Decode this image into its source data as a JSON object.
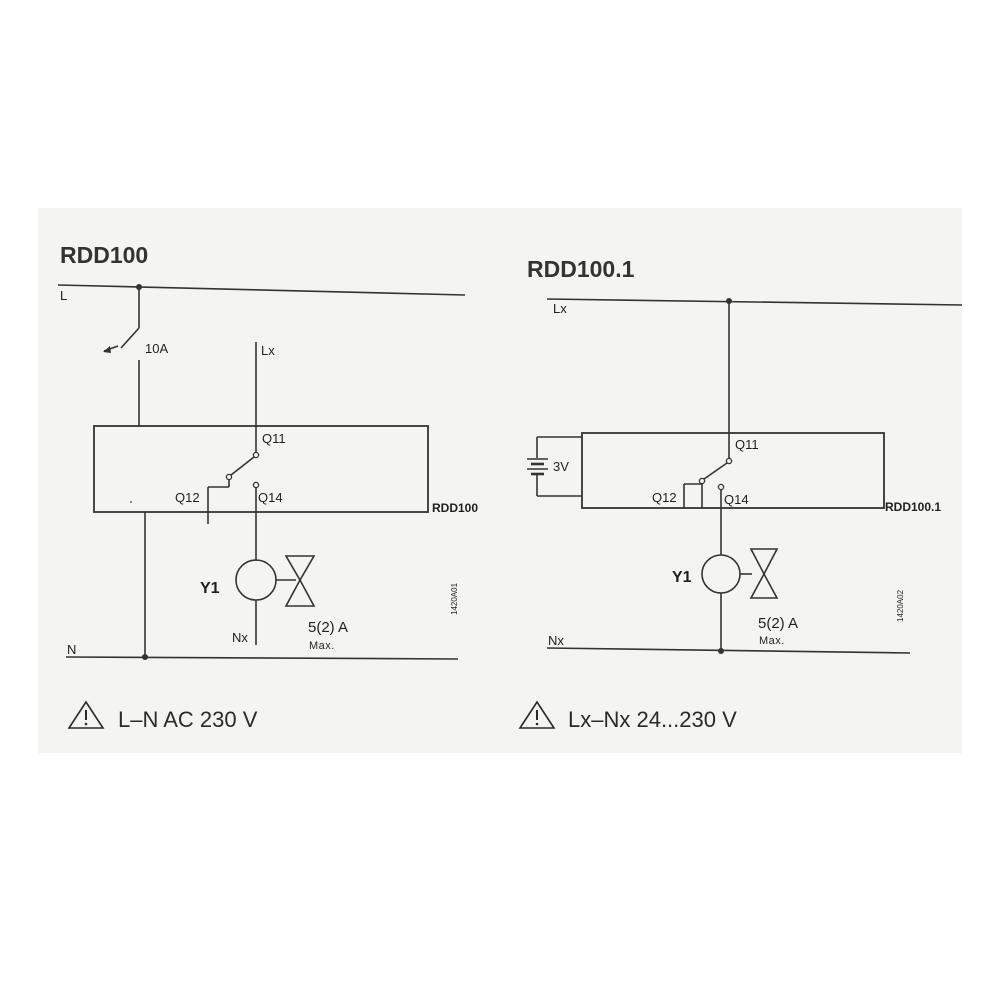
{
  "left": {
    "title": "RDD100",
    "rail_top": "L",
    "rail_bottom": "N",
    "fuse": "10A",
    "line_in": "Lx",
    "terminal_q11": "Q11",
    "terminal_q12": "Q12",
    "terminal_q14": "Q14",
    "box_label": "RDD100",
    "load": "Y1",
    "neutral_out": "Nx",
    "rating": "5(2) A",
    "rating_note": "Max.",
    "drawing_code": "1420A01",
    "warning": "L–N AC 230 V"
  },
  "right": {
    "title": "RDD100.1",
    "rail_top": "Lx",
    "rail_bottom": "Nx",
    "battery": "3V",
    "terminal_q11": "Q11",
    "terminal_q12": "Q12",
    "terminal_q14": "Q14",
    "box_label": "RDD100.1",
    "load": "Y1",
    "rating": "5(2) A",
    "rating_note": "Max.",
    "drawing_code": "1420A02",
    "warning": "Lx–Nx 24...230 V"
  },
  "colors": {
    "panel": "#f4f4f2",
    "ink": "#333333"
  }
}
